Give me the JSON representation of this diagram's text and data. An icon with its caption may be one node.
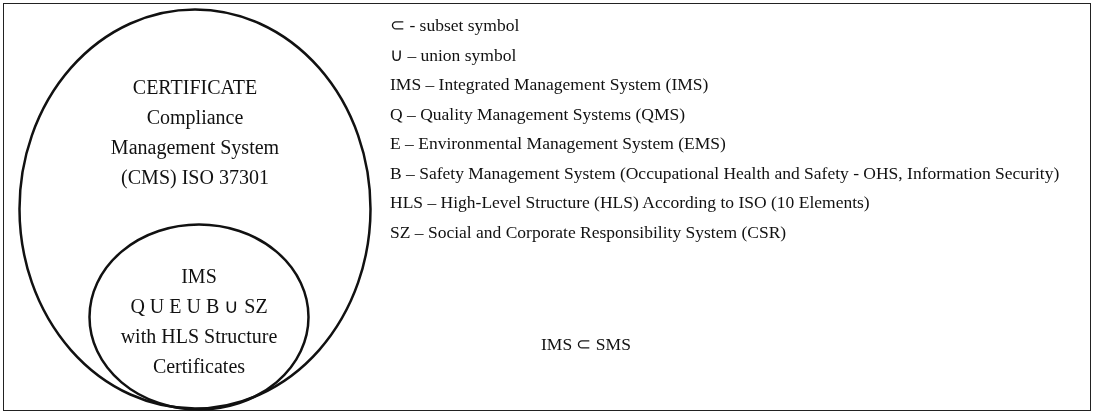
{
  "diagram": {
    "nodes": [
      {
        "text": [
          "CERTIFICATE",
          "Compliance Management System (CMS) ISO 37301"
        ]
      },
      {
        "text": [
          "IMS",
          "Q U E U B ∪ SZ",
          "with HLS Structure Certificates"
        ],
        "in": 0
      }
    ],
    "edges": [],
    "labels": [
      "⊂ - subset symbol",
      "∪ – union symbol",
      "IMS – Integrated Management System (IMS)",
      "Q – Quality Management Systems (QMS)",
      "E – Environmental Management System (EMS)",
      "B – Safety Management System (Occupational Health and Safety - OHS, Information Security)",
      "HLS – High-Level Structure (HLS) According to ISO (10 Elements)",
      "SZ – Social and Corporate Responsibility System (CSR)",
      "IMS ⊂ SMS"
    ]
  }
}
